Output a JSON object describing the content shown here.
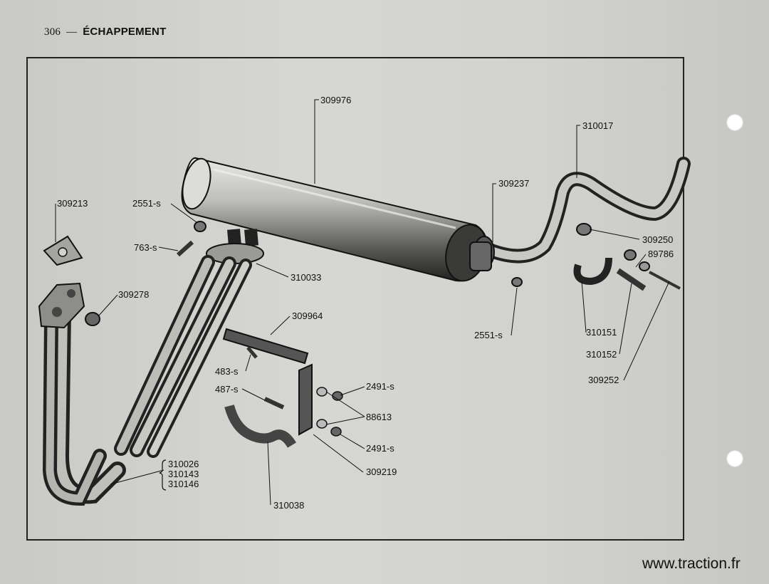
{
  "header": {
    "page_number": "306",
    "dash": "—",
    "title": "ÉCHAPPEMENT"
  },
  "watermark": "www.traction.fr",
  "colors": {
    "paper": "#d2d2ce",
    "ink": "#111111",
    "hole": "#ffffff"
  },
  "parts": {
    "p309976": "309976",
    "p310017": "310017",
    "p309237": "309237",
    "p309213": "309213",
    "p2551a": "2551-s",
    "p763": "763-s",
    "p309250": "309250",
    "p89786": "89786",
    "p310033": "310033",
    "p309278": "309278",
    "p309964": "309964",
    "p2551b": "2551-s",
    "p310151": "310151",
    "p310152": "310152",
    "p483": "483-s",
    "p487": "487-s",
    "p2491a": "2491-s",
    "p88613": "88613",
    "p309252": "309252",
    "p2491b": "2491-s",
    "p309219": "309219",
    "p310026": "310026",
    "p310143": "310143",
    "p310146": "310146",
    "p310038": "310038"
  }
}
